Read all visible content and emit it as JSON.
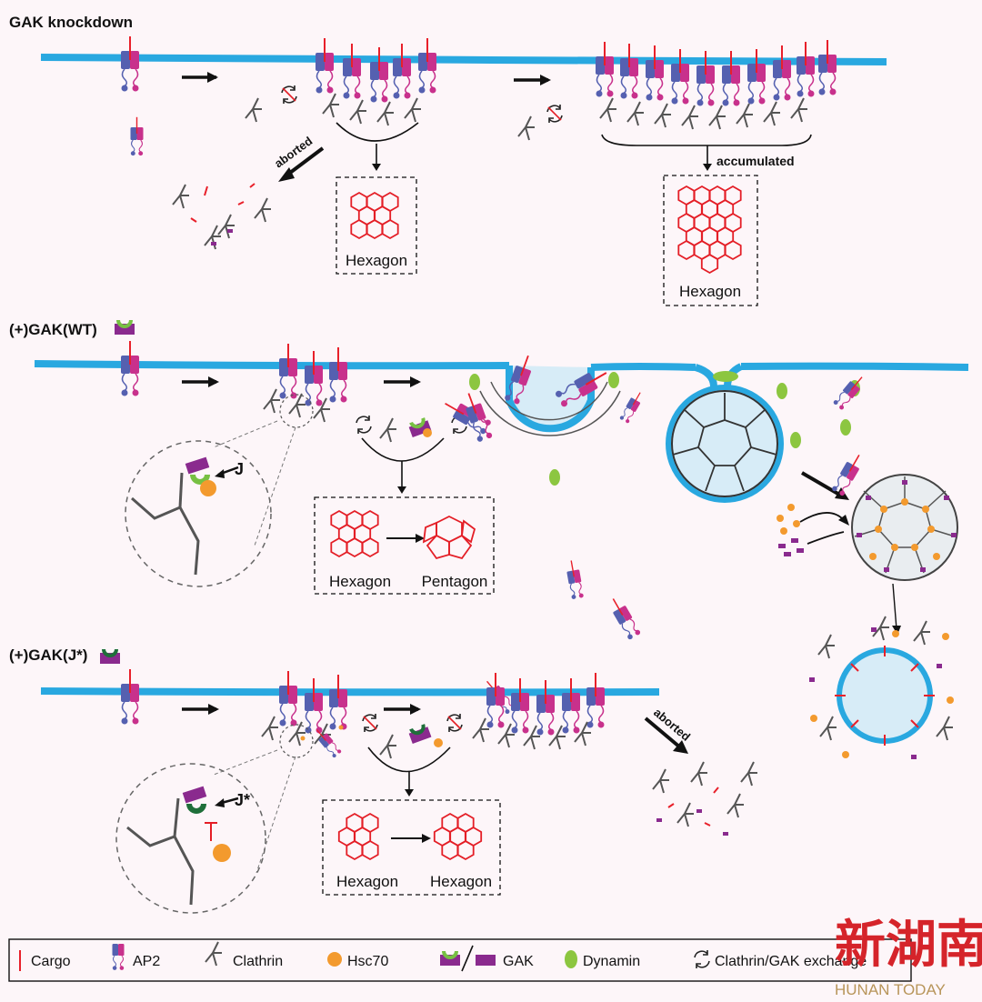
{
  "panels": {
    "knockdown": {
      "title": "GAK knockdown",
      "aborted": "aborted",
      "accumulated": "accumulated",
      "box1": "Hexagon",
      "box2": "Hexagon"
    },
    "wt": {
      "title": "(+)GAK(WT)",
      "zoom_label": "J",
      "box_left": "Hexagon",
      "box_right": "Pentagon"
    },
    "jstar": {
      "title": "(+)GAK(J*)",
      "zoom_label": "J*",
      "aborted": "aborted",
      "box_left": "Hexagon",
      "box_right": "Hexagon"
    }
  },
  "legend": {
    "cargo": "Cargo",
    "ap2": "AP2",
    "clathrin": "Clathrin",
    "hsc70": "Hsc70",
    "gak": "GAK",
    "dynamin": "Dynamin",
    "exchange": "Clathrin/GAK exchange"
  },
  "watermark": {
    "chinese": "新湖南",
    "english": "HUNAN TODAY"
  },
  "colors": {
    "membrane": "#29a8e0",
    "cargo": "#e8202a",
    "ap2_blue": "#5560b0",
    "ap2_magenta": "#c8318c",
    "clathrin": "#555555",
    "hsc70": "#f39a2e",
    "gak": "#8a2a8e",
    "gak_j": "#77c043",
    "gak_jstar": "#1f6f3a",
    "dynamin": "#8cc640",
    "lattice": "#e41e26"
  }
}
